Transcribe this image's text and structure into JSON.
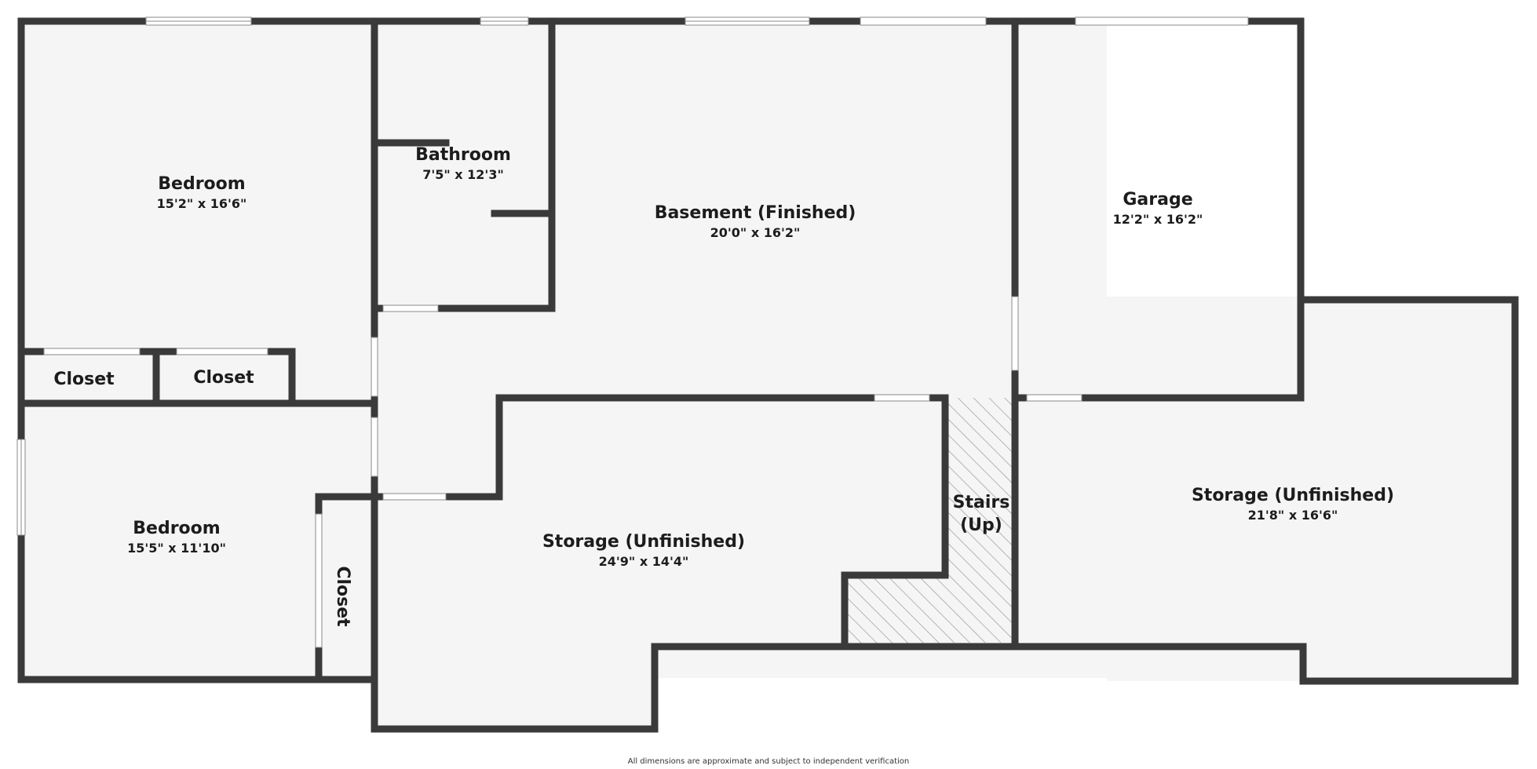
{
  "rooms": {
    "bedroom_top": {
      "name": "Bedroom",
      "dims": "15'2\" x 16'6\""
    },
    "bathroom": {
      "name": "Bathroom",
      "dims": "7'5\" x 12'3\""
    },
    "basement": {
      "name": "Basement (Finished)",
      "dims": "20'0\" x 16'2\""
    },
    "garage": {
      "name": "Garage",
      "dims": "12'2\" x 16'2\""
    },
    "closet_left": {
      "name": "Closet"
    },
    "closet_mid": {
      "name": "Closet"
    },
    "bedroom_bottom": {
      "name": "Bedroom",
      "dims": "15'5\" x 11'10\""
    },
    "closet_vertical": {
      "name": "Closet"
    },
    "storage_center": {
      "name": "Storage (Unfinished)",
      "dims": "24'9\" x 14'4\""
    },
    "stairs": {
      "name_line1": "Stairs",
      "name_line2": "(Up)"
    },
    "storage_right": {
      "name": "Storage (Unfinished)",
      "dims": "21'8\" x 16'6\""
    }
  },
  "footer": {
    "disclaimer": "All dimensions are approximate and subject to independent verification"
  },
  "colors": {
    "wall": "#3a3a3a",
    "floor": "#f5f5f5",
    "text": "#1c1c1c",
    "stairs_hatch": "#9a9a9a"
  }
}
